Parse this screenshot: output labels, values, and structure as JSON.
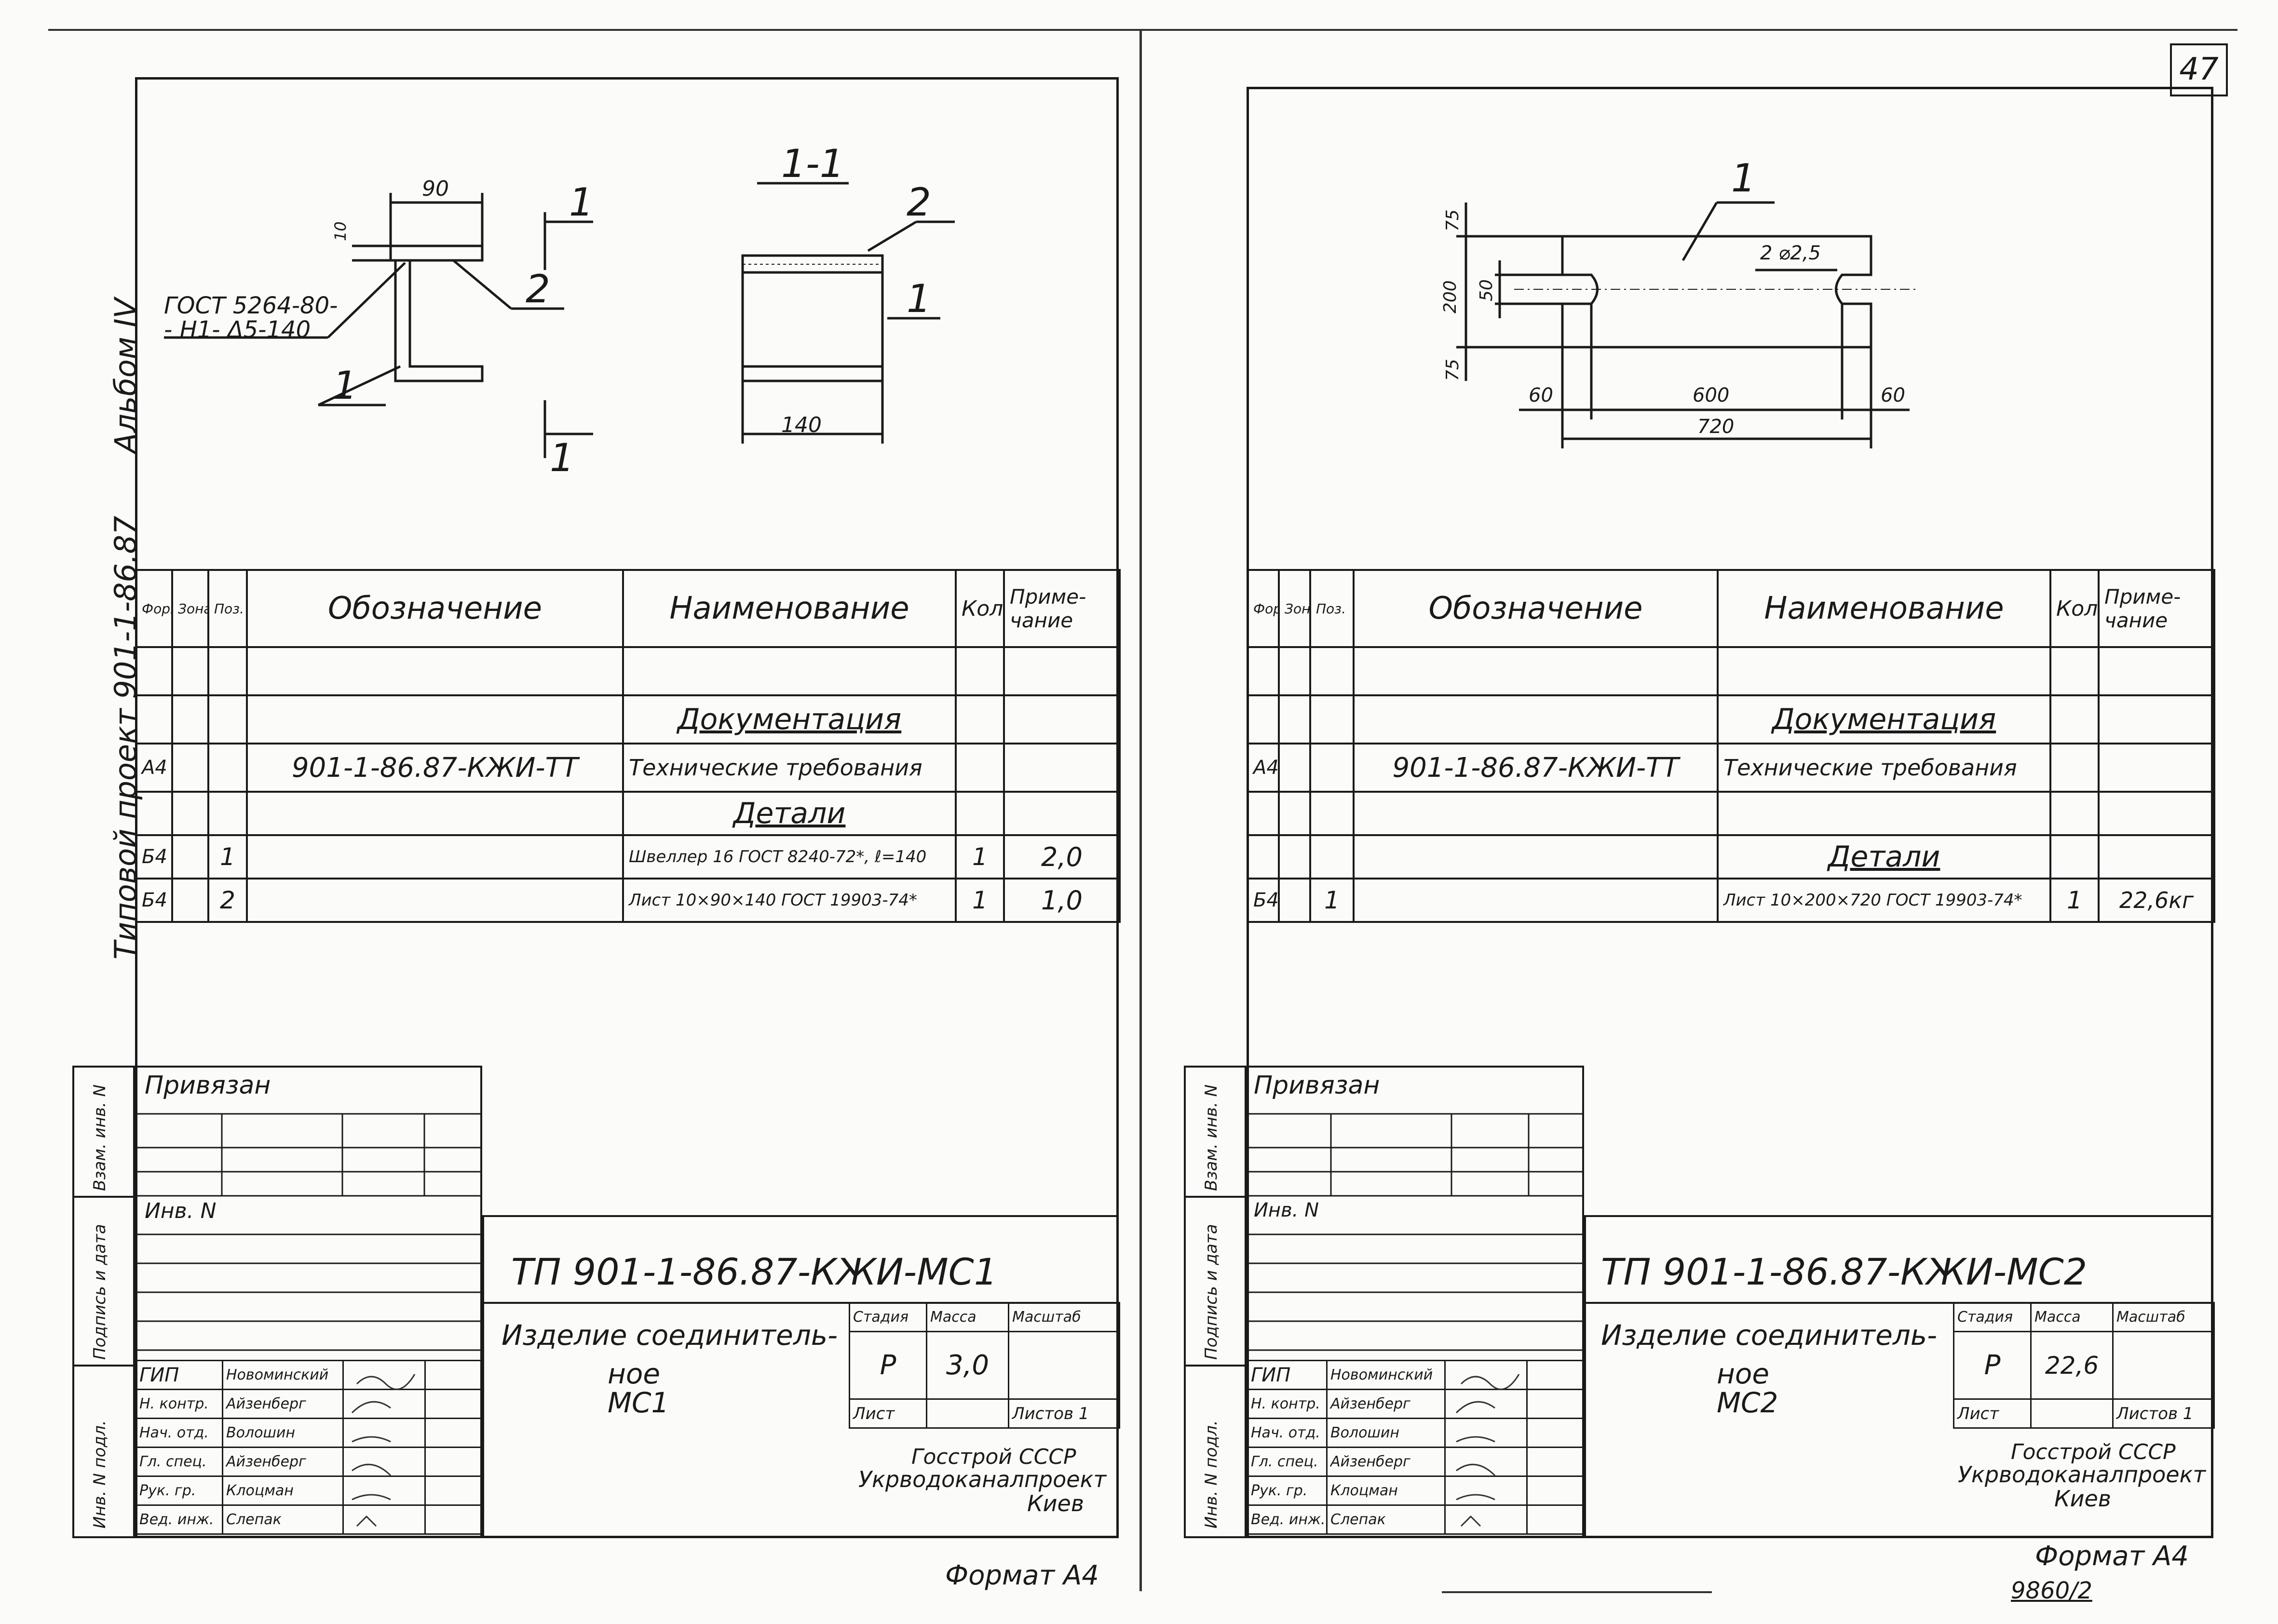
{
  "page_number": "47",
  "side_label_album": "Альбом IV",
  "side_label_project": "Типовой проект 901-1-86.87",
  "side_labels_stamp": [
    "Взам. инв. N",
    "Подпись и дата",
    "Инв. N подл."
  ],
  "left": {
    "drawing": {
      "dim_90": "90",
      "dim_10": "10",
      "dim_140": "140",
      "gost_line1": "ГОСТ 5264-80-",
      "gost_line2": "- Н1- Δ5-140",
      "pos_1": "1",
      "pos_2": "2",
      "section_label": "1-1",
      "cut_mark": "1"
    },
    "spec_headers": [
      "Формат",
      "Зона",
      "Поз.",
      "Обозначение",
      "Наименование",
      "Кол.",
      "Приме-\nчание"
    ],
    "spec_rows": [
      {
        "fmt": "",
        "zone": "",
        "pos": "",
        "designation": "",
        "name": "Документация",
        "qty": "",
        "note": "",
        "underline": true
      },
      {
        "fmt": "А4",
        "zone": "",
        "pos": "",
        "designation": "901-1-86.87-КЖИ-ТТ",
        "name": "Технические требования",
        "qty": "",
        "note": ""
      },
      {
        "fmt": "",
        "zone": "",
        "pos": "",
        "designation": "",
        "name": "Детали",
        "qty": "",
        "note": "",
        "underline": true
      },
      {
        "fmt": "Б4",
        "zone": "",
        "pos": "1",
        "designation": "",
        "name": "Швеллер 16 ГОСТ 8240-72*, ℓ=140",
        "qty": "1",
        "note": "2,0"
      },
      {
        "fmt": "Б4",
        "zone": "",
        "pos": "2",
        "designation": "",
        "name": "Лист 10×90×140 ГОСТ 19903-74*",
        "qty": "1",
        "note": "1,0"
      }
    ],
    "stamp": {
      "privyazan": "Привязан",
      "inv": "Инв. N",
      "doc_code": "ТП 901-1-86.87-КЖИ-МС1",
      "title_l1": "Изделие соединитель-",
      "title_l2": "ное",
      "title_l3": "МС1",
      "stage_h": "Стадия",
      "mass_h": "Масса",
      "scale_h": "Масштаб",
      "stage": "Р",
      "mass": "3,0",
      "sheet_h": "Лист",
      "sheets_h": "Листов 1",
      "org_l1": "Госстрой СССР",
      "org_l2": "Укрводоканалпроект",
      "org_l3": "Киев",
      "roles": [
        {
          "role": "ГИП",
          "name": "Новоминский"
        },
        {
          "role": "Н. контр.",
          "name": "Айзенберг"
        },
        {
          "role": "Нач. отд.",
          "name": "Волошин"
        },
        {
          "role": "Гл. спец.",
          "name": "Айзенберг"
        },
        {
          "role": "Рук. гр.",
          "name": "Клоцман"
        },
        {
          "role": "Вед. инж.",
          "name": "Слепак"
        }
      ]
    },
    "format": "Формат А4"
  },
  "right": {
    "drawing": {
      "pos_1": "1",
      "dim_2r": "2 ⌀2,5",
      "dim_75a": "75",
      "dim_50": "50",
      "dim_200": "200",
      "dim_75b": "75",
      "dim_60a": "60",
      "dim_600": "600",
      "dim_60b": "60",
      "dim_720": "720"
    },
    "spec_headers": [
      "Формат",
      "Зона",
      "Поз.",
      "Обозначение",
      "Наименование",
      "Кол.",
      "Приме-\nчание"
    ],
    "spec_rows": [
      {
        "fmt": "",
        "zone": "",
        "pos": "",
        "designation": "",
        "name": "Документация",
        "qty": "",
        "note": "",
        "underline": true
      },
      {
        "fmt": "А4",
        "zone": "",
        "pos": "",
        "designation": "901-1-86.87-КЖИ-ТТ",
        "name": "Технические требования",
        "qty": "",
        "note": ""
      },
      {
        "fmt": "",
        "zone": "",
        "pos": "",
        "designation": "",
        "name": "",
        "qty": "",
        "note": ""
      },
      {
        "fmt": "",
        "zone": "",
        "pos": "",
        "designation": "",
        "name": "Детали",
        "qty": "",
        "note": "",
        "underline": true
      },
      {
        "fmt": "Б4",
        "zone": "",
        "pos": "1",
        "designation": "",
        "name": "Лист 10×200×720 ГОСТ 19903-74*",
        "qty": "1",
        "note": "22,6кг"
      }
    ],
    "stamp": {
      "privyazan": "Привязан",
      "inv": "Инв. N",
      "doc_code": "ТП 901-1-86.87-КЖИ-МС2",
      "title_l1": "Изделие соединитель-",
      "title_l2": "ное",
      "title_l3": "МС2",
      "stage_h": "Стадия",
      "mass_h": "Масса",
      "scale_h": "Масштаб",
      "stage": "Р",
      "mass": "22,6",
      "sheet_h": "Лист",
      "sheets_h": "Листов 1",
      "org_l1": "Госстрой СССР",
      "org_l2": "Укрводоканалпроект",
      "org_l3": "Киев",
      "roles": [
        {
          "role": "ГИП",
          "name": "Новоминский"
        },
        {
          "role": "Н. контр.",
          "name": "Айзенберг"
        },
        {
          "role": "Нач. отд.",
          "name": "Волошин"
        },
        {
          "role": "Гл. спец.",
          "name": "Айзенберг"
        },
        {
          "role": "Рук. гр.",
          "name": "Клоцман"
        },
        {
          "role": "Вед. инж.",
          "name": "Слепак"
        }
      ]
    },
    "format": "Формат А4",
    "archive_no": "9860/2"
  }
}
